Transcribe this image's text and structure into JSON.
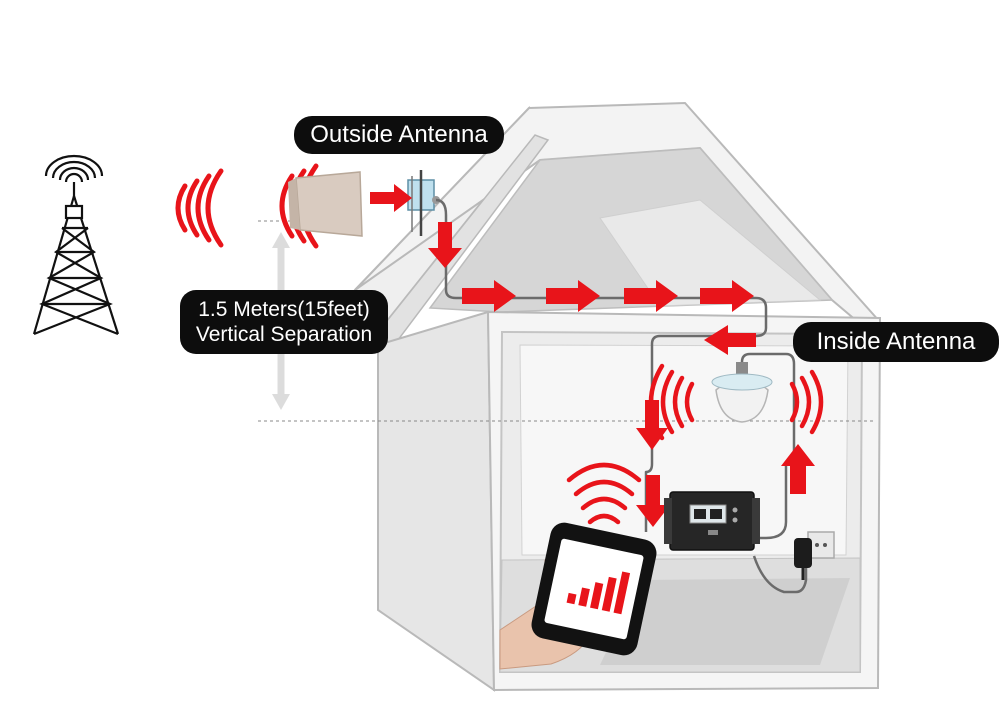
{
  "labels": {
    "outside_antenna": "Outside Antenna",
    "inside_antenna": "Inside Antenna",
    "separation_line1": "1.5 Meters(15feet)",
    "separation_line2": "Vertical Separation"
  },
  "icons": {
    "tower": "cell-tower-icon",
    "outside_antenna": "panel-antenna-icon",
    "inside_antenna": "ceiling-antenna-icon",
    "booster": "signal-booster-icon",
    "phone": "smartphone-icon",
    "adapter": "power-adapter-icon"
  },
  "colors": {
    "signal": "#e8141a",
    "house_wall": "#f4f4f4",
    "house_shade": "#d9d9d9",
    "label_bg": "#0d0d0d",
    "label_text": "#ffffff",
    "cable": "#6b6b6b"
  }
}
